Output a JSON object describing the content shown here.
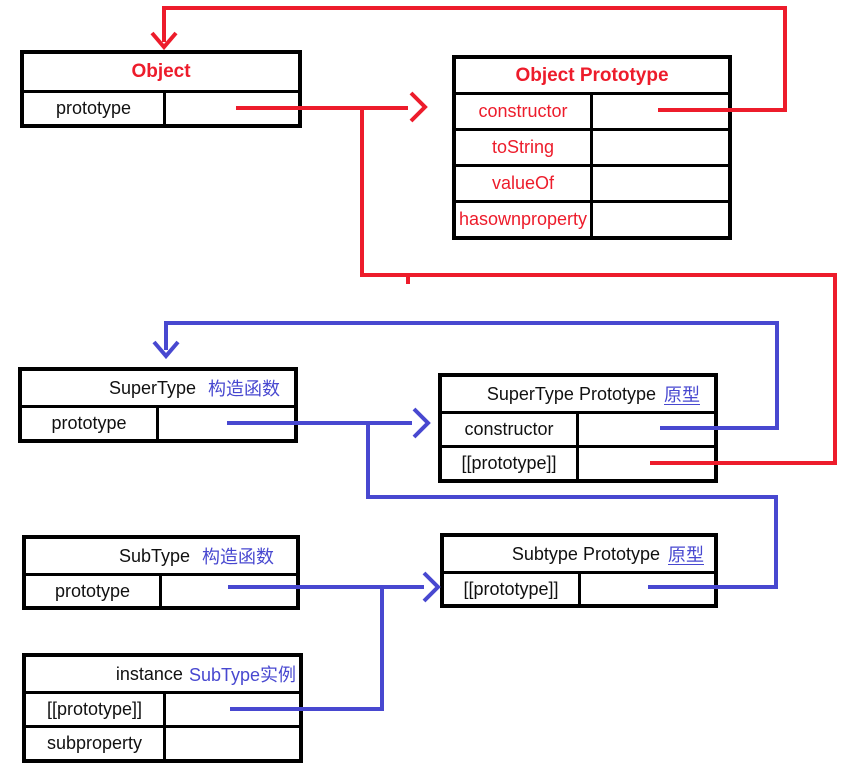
{
  "colors": {
    "red": "#ed1c2b",
    "blue": "#4848d0",
    "border": "#000000"
  },
  "tables": {
    "object": {
      "title": "Object",
      "rows": [
        {
          "label": "prototype"
        }
      ]
    },
    "object_prototype": {
      "title": "Object Prototype",
      "rows": [
        {
          "label": "constructor"
        },
        {
          "label": "toString"
        },
        {
          "label": "valueOf"
        },
        {
          "label": "hasownproperty"
        }
      ]
    },
    "supertype": {
      "title": "SuperType",
      "annotation": "构造函数",
      "rows": [
        {
          "label": "prototype"
        }
      ]
    },
    "supertype_prototype": {
      "title": "SuperType Prototype",
      "annotation": "原型",
      "rows": [
        {
          "label": "constructor"
        },
        {
          "label": "[[prototype]]"
        }
      ]
    },
    "subtype": {
      "title": "SubType",
      "annotation": "构造函数",
      "rows": [
        {
          "label": "prototype"
        }
      ]
    },
    "subtype_prototype": {
      "title": "Subtype Prototype",
      "annotation": "原型",
      "rows": [
        {
          "label": "[[prototype]]"
        }
      ]
    },
    "instance": {
      "title": "instance",
      "annotation": "SubType实例",
      "rows": [
        {
          "label": "[[prototype]]"
        },
        {
          "label": "subproperty"
        }
      ]
    }
  }
}
